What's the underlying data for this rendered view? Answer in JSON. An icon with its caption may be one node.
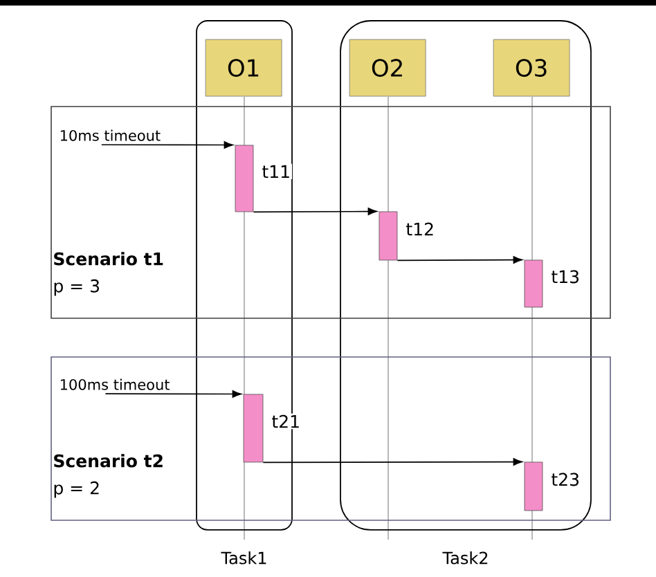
{
  "diagram": {
    "nodes": [
      {
        "text": [
          "Task1"
        ]
      },
      {
        "text": [
          "O1"
        ],
        "in": 0
      },
      {
        "text": [
          "Task2"
        ]
      },
      {
        "text": [
          "O2"
        ],
        "in": 2
      },
      {
        "text": [
          "O3"
        ],
        "in": 2
      },
      {
        "text": [
          "Scenario t1",
          "p = 3"
        ]
      },
      {
        "text": [
          "10ms timeout"
        ],
        "in": 5
      },
      {
        "text": [],
        "shape": "bar",
        "beside": [
          "t11"
        ]
      },
      {
        "text": [],
        "shape": "bar",
        "beside": [
          "t12"
        ]
      },
      {
        "text": [],
        "shape": "bar",
        "beside": [
          "t13"
        ]
      },
      {
        "text": [
          "Scenario t2",
          "p = 2"
        ]
      },
      {
        "text": [
          "100ms timeout"
        ],
        "in": 10
      },
      {
        "text": [],
        "shape": "bar",
        "beside": [
          "t21"
        ]
      },
      {
        "text": [],
        "shape": "bar",
        "beside": [
          "t23"
        ]
      }
    ],
    "edges": [
      {
        "from": 6,
        "to": 7,
        "arrow": "to"
      },
      {
        "from": 7,
        "to": 8,
        "arrow": "to"
      },
      {
        "from": 8,
        "to": 9,
        "arrow": "to"
      },
      {
        "from": 11,
        "to": 12,
        "arrow": "to"
      },
      {
        "from": 12,
        "to": 13,
        "arrow": "to"
      }
    ]
  }
}
